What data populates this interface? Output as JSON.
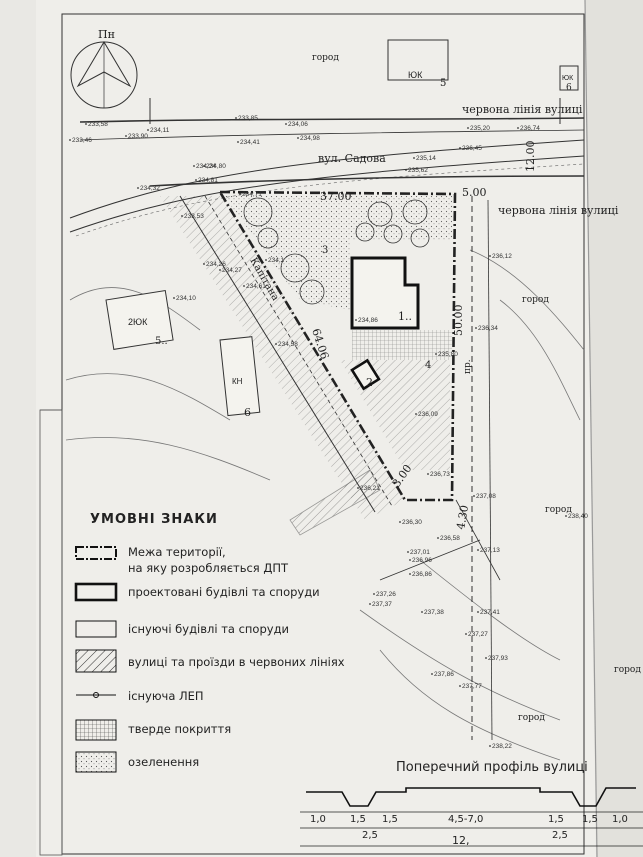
{
  "north_label": "Пн",
  "street_name": "вул. Садова",
  "red_line_top": "червона лінія вулиці",
  "red_line_right": "червона лінія вулиці",
  "road_name": "Капітана",
  "labels": {
    "gorod_top": "город",
    "gorod_right1": "город",
    "gorod_right2": "город",
    "gorod_bottom": "город",
    "gorod_far_right": "город",
    "yk_top": "ЮК",
    "yk_top_num": "5",
    "yk_right": "ЮК",
    "yk_right_num": "6",
    "left_bldg": "2ЮК",
    "left_bldg_num": "5..",
    "kn_bldg": "КН",
    "kn_num": "6",
    "bldg1_num": "1..",
    "bldg2_num": "2",
    "marker3": "3",
    "marker4": "4",
    "pr_label": "пр."
  },
  "dimensions": {
    "d37": "37.00",
    "d5": "5.00",
    "d12": "12.00",
    "d64": "64.06",
    "d50": "50.00",
    "d3": "3.00",
    "d43": "4.30"
  },
  "elevations": [
    "233,58",
    "233,90",
    "234,11",
    "233,85",
    "234,06",
    "234,41",
    "234,24",
    "234,98",
    "235,20",
    "236,74",
    "236,45",
    "235,14",
    "234,32",
    "234,81",
    "235,62",
    "233,46",
    "234,71",
    "234,80",
    "233,53",
    "234,26",
    "234,61",
    "234,27",
    "234,10",
    "234,86",
    "234,1",
    "234,58",
    "236,12",
    "236,34",
    "235,80",
    "236,09",
    "236,73",
    "236,21",
    "236,30",
    "236,58",
    "236,86",
    "236,96",
    "237,01",
    "237,08",
    "237,13",
    "237,26",
    "237,37",
    "237,38",
    "237,41",
    "237,27",
    "237,86",
    "237,77",
    "237,93",
    "238,22",
    "238,40"
  ],
  "legend": {
    "title": "УМОВНІ  ЗНАКИ",
    "items": [
      "Межа території,\nна  яку розробляється ДПТ",
      "проектовані будівлі та споруди",
      "існуючі будівлі та споруди",
      "вулиці та проїзди в червоних  лініях",
      "існуюча ЛЕП",
      "тверде покриття",
      "озеленення"
    ]
  },
  "profile": {
    "title": "Поперечний профіль вулиці",
    "segments": [
      "1,0",
      "1,5",
      "1,5",
      "4,5-7,0",
      "1,5",
      "1,5",
      "1,0"
    ],
    "sub": [
      "2,5",
      "2,5"
    ],
    "total": "12,"
  }
}
